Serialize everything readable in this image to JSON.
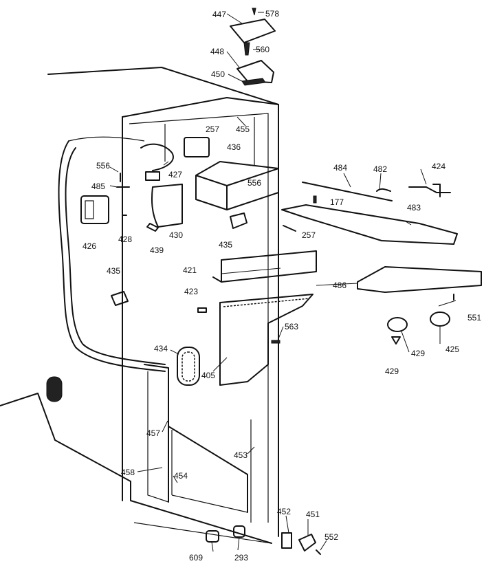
{
  "parts": {
    "p447": "447",
    "p578": "578",
    "p448": "448",
    "p560": "560",
    "p450": "450",
    "p455": "455",
    "p257a": "257",
    "p436": "436",
    "p556a": "556",
    "p485": "485",
    "p427": "427",
    "p556b": "556",
    "p426": "426",
    "p428": "428",
    "p439": "439",
    "p430": "430",
    "p435a": "435",
    "p435b": "435",
    "p484": "484",
    "p482": "482",
    "p424": "424",
    "p177": "177",
    "p483": "483",
    "p257b": "257",
    "p421": "421",
    "p423": "423",
    "p486": "486",
    "p551": "551",
    "p563": "563",
    "p429a": "429",
    "p425": "425",
    "p429b": "429",
    "p434": "434",
    "p405": "405",
    "p457": "457",
    "p453": "453",
    "p458": "458",
    "p454": "454",
    "p452": "452",
    "p451": "451",
    "p552": "552",
    "p609": "609",
    "p293": "293"
  }
}
